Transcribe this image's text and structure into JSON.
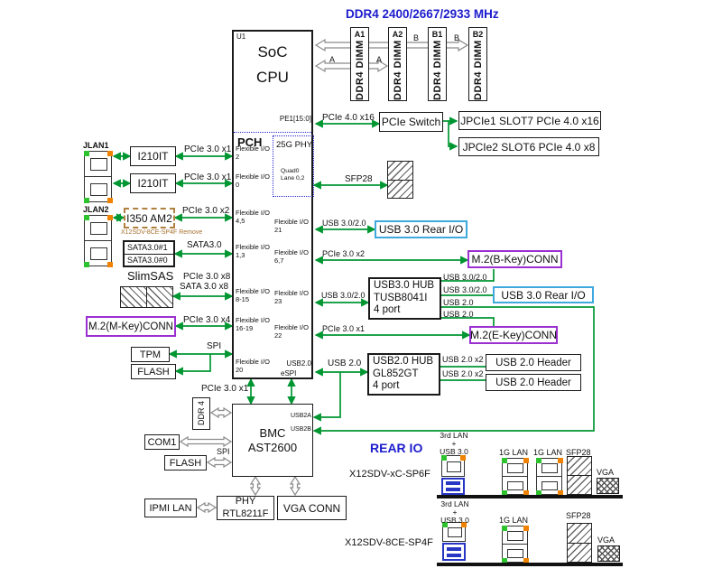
{
  "diagram": {
    "ddr4_speed": "DDR4 2400/2667/2933 MHz",
    "rear_title": "REAR IO",
    "board1": "X12SDV-xC-SP6F",
    "board2": "X12SDV-8CE-SP4F"
  },
  "soc": {
    "ref": "U1",
    "line1": "SoC",
    "line2": "CPU",
    "pch": "PCH",
    "phy": "25G PHY",
    "phy_quad": "Quad0",
    "phy_lane": "Lane 0,2",
    "pe1": "PE1[15:0]",
    "usb2": "USB2.0",
    "espi": "eSPI",
    "flex_left": [
      [
        "Flexible I/O",
        "2"
      ],
      [
        "Flexible I/O",
        "0"
      ],
      [
        "Flexible I/O",
        "4,5"
      ],
      [
        "Flexible I/O",
        "1,3"
      ],
      [
        "Flexible I/O",
        "8-15"
      ],
      [
        "Flexible I/O",
        "16-19"
      ],
      [
        "Flexible I/O",
        "20"
      ]
    ],
    "flex_right": [
      [
        "Flexible I/O",
        "21"
      ],
      [
        "Flexible I/O",
        "6,7"
      ],
      [
        "Flexible I/O",
        "23"
      ],
      [
        "Flexible I/O",
        "22"
      ]
    ]
  },
  "dimm": {
    "slot_ids": [
      "A1",
      "A2",
      "B1",
      "B2"
    ],
    "label": "DDR4 DIMM",
    "ch_a": "A",
    "ch_b": "B"
  },
  "top": {
    "pe_label": "PCIe 4.0 x16",
    "switch": "PCIe Switch",
    "slot7": "JPCIe1 SLOT7 PCIe 4.0 x16",
    "slot6": "JPCIe2 SLOT6 PCIe 4.0 x8",
    "sfp28": "SFP28"
  },
  "left": {
    "jlan1": "JLAN1",
    "jlan2": "JLAN2",
    "i210_1": "I210IT",
    "i210_2": "I210IT",
    "i350": "I350 AM2",
    "i350_note": "X12SDV-8CE-SP4F Remove",
    "sata1": "SATA3.0#1",
    "sata0": "SATA3.0#0",
    "sata_lbl": "SATA3.0",
    "slimsas": "SlimSAS",
    "pcie_x8": "PCIe 3.0 x8",
    "sata_x8": "SATA 3.0 x8",
    "m2m": "M.2(M-Key)CONN",
    "pcie_x4": "PCIe 3.0 x4",
    "pcie_x1a": "PCIe 3.0 x1",
    "pcie_x1b": "PCIe 3.0 x1",
    "pcie_x2": "PCIe 3.0 x2",
    "tpm": "TPM",
    "flash": "FLASH",
    "spi": "SPI"
  },
  "right": {
    "usb30_20_a": "USB 3.0/2.0",
    "usb_rear1": "USB 3.0 Rear I/O",
    "pcie30x2": "PCIe 3.0 x2",
    "m2b": "M.2(B-Key)CONN",
    "usb30_20_b": "USB 3.0/2.0",
    "hub3_l1": "USB3.0 HUB",
    "hub3_l2": "TUSB8041I",
    "hub3_l3": "4 port",
    "hub3_o1": "USB 3.0/2.0",
    "hub3_o2": "USB 3.0/2.0",
    "hub3_o3": "USB 2.0",
    "hub3_o4": "USB 2.0",
    "usb_rear2": "USB 3.0 Rear I/O",
    "pcie30x1": "PCIe 3.0 x1",
    "m2e": "M.2(E-Key)CONN",
    "usb20": "USB 2.0",
    "hub2_l1": "USB2.0 HUB",
    "hub2_l2": "GL852GT",
    "hub2_l3": "4 port",
    "hub2_o1": "USB 2.0 x2",
    "hub2_o2": "USB 2.0 x2",
    "header1": "USB 2.0 Header",
    "header2": "USB 2.0 Header"
  },
  "bmc": {
    "pcie_lbl": "PCIe 3.0 x1",
    "l1": "BMC",
    "l2": "AST2600",
    "usb2a": "USB2A",
    "usb2b": "USB2B",
    "ddr4": "DDR 4",
    "com1": "COM1",
    "flash": "FLASH",
    "spi": "SPI",
    "ipmi": "IPMI LAN",
    "phy_l1": "PHY",
    "phy_l2": "RTL8211F",
    "vga": "VGA CONN"
  },
  "rear": {
    "lan3_l1": "3rd LAN",
    "lan3_l2": "+",
    "lan3_l3": "USB 3.0",
    "g1": "1G LAN",
    "sfp": "SFP28",
    "vga": "VGA"
  },
  "icons": {
    "lan_port": "lan-port-icon",
    "usb3_port": "usb3-port-icon",
    "sfp_cage": "sfp-hatch-icon",
    "slimsas_conn": "slimsas-hatch-icon",
    "vga_conn": "vga-connector-icon"
  },
  "colors": {
    "green": "#009632",
    "blue": "#1c1ccd",
    "purple": "#9b30d0",
    "cyan": "#3fa9dd",
    "brown": "#a5702e",
    "led_green": "#2ec22e",
    "led_orange": "#ef8200",
    "usb_blue": "#2736c4"
  }
}
